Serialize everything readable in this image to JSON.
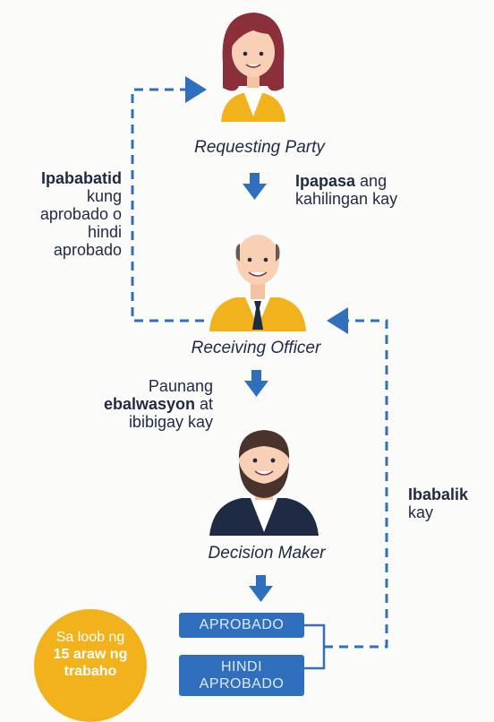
{
  "roles": {
    "requesting_party": "Requesting Party",
    "receiving_officer": "Receiving Officer",
    "decision_maker": "Decision Maker"
  },
  "notes": {
    "ipapasa_bold": "Ipapasa",
    "ipapasa_rest1": " ang",
    "ipapasa_rest2": "kahilingan kay",
    "ipababatid_bold": "Ipababatid",
    "ipababatid_line2": "kung",
    "ipababatid_line3": "aprobado o",
    "ipababatid_line4": "hindi",
    "ipababatid_line5": "aprobado",
    "paunang_line1": "Paunang",
    "paunang_bold": "ebalwasyon",
    "paunang_rest": " at",
    "paunang_line3": "ibibigay kay",
    "ibabalik_bold": "Ibabalik",
    "ibabalik_line2": "kay"
  },
  "outcomes": {
    "aprobado": "APROBADO",
    "hindi_line1": "HINDI",
    "hindi_line2": "APROBADO"
  },
  "badge": {
    "line1": "Sa loob ng",
    "line2": "15 araw ng",
    "line3": "trabaho"
  },
  "colors": {
    "accent_blue": "#2f6fbe",
    "accent_yellow": "#f2b21c",
    "text_navy": "#1f2a44"
  }
}
